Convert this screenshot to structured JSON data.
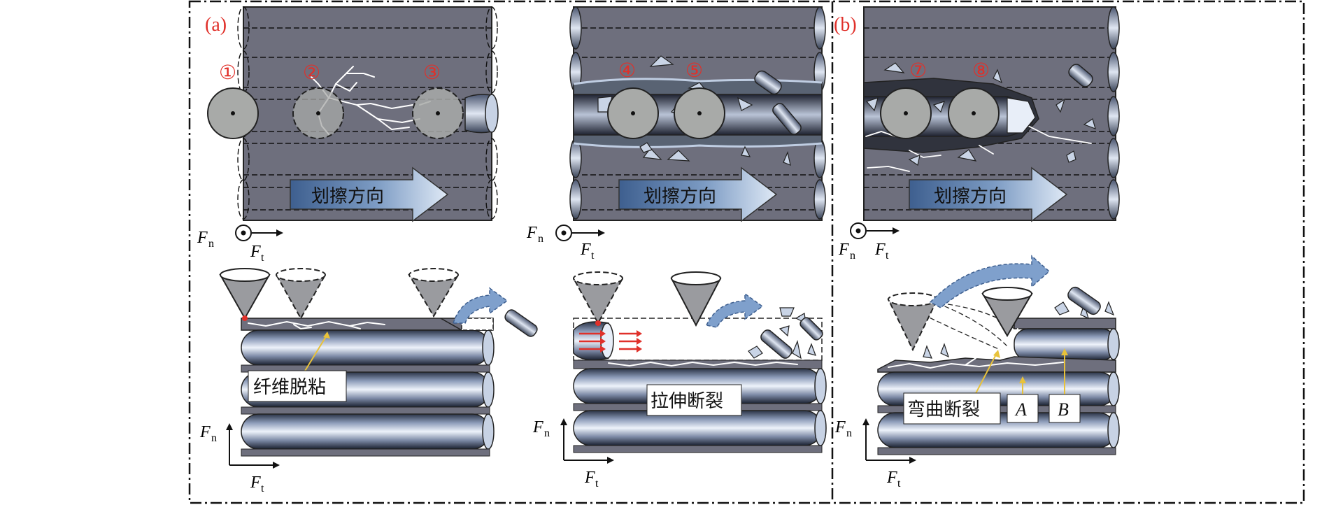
{
  "panels": {
    "a": {
      "label": "(a)"
    },
    "b": {
      "label": "(b)"
    }
  },
  "circle_markers": [
    "①",
    "②",
    "③",
    "④",
    "⑤",
    "⑦",
    "⑧"
  ],
  "direction_label": "划擦方向",
  "force_labels": {
    "normal": "F",
    "normal_sub": "n",
    "tangential": "F",
    "tangential_sub": "t"
  },
  "captions": {
    "debond": "纤维脱粘",
    "tensile": "拉伸断裂",
    "bending": "弯曲断裂",
    "A": "A",
    "B": "B"
  },
  "colors": {
    "matrix": "#6e6f7d",
    "matrix_dark": "#575866",
    "fiber_light": "#eef3fb",
    "fiber_dark": "#1d2433",
    "cone": "#9a9b9f",
    "indenter": "#a8aaa8",
    "marker_red": "#e0302a",
    "arrow_fill": "#4a6f9e",
    "crack": "#ffffff"
  }
}
